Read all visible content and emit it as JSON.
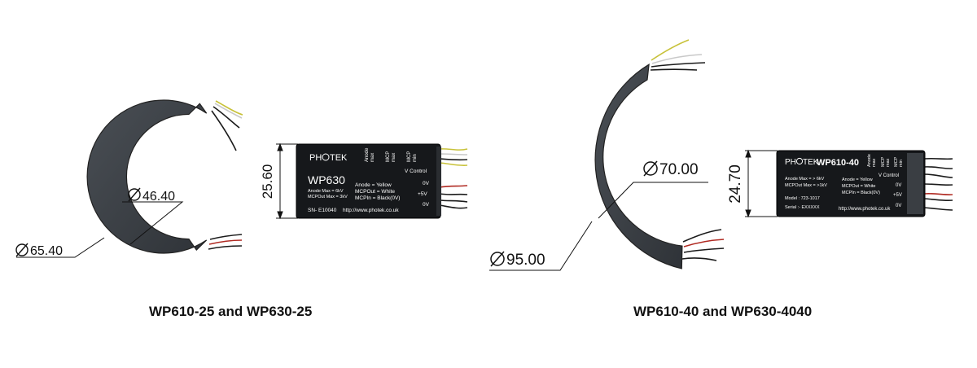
{
  "left": {
    "outer_diameter": "65.40",
    "inner_diameter": "46.40",
    "module_height": "25.60",
    "caption": "WP610-25 and WP630-25",
    "module": {
      "brand_left": "PH",
      "brand_right": "TEK",
      "model": "WP630",
      "spec_line1": "Anode Max = 6kV",
      "spec_line2": "MCPOut Max = 3kV",
      "serial": "SN- E10040",
      "col1": [
        "Anode",
        "max"
      ],
      "col2": [
        "MCP",
        "max"
      ],
      "col3": [
        "MCP",
        "min"
      ],
      "v_control": "V Control",
      "wire1": "Anode = Yellow",
      "wire2": "MCPOut = White",
      "wire3": "MCPIn = Black(0V)",
      "v1": "0V",
      "v2": "+5V",
      "v3": "0V",
      "url": "http://www.photek.co.uk"
    }
  },
  "right": {
    "outer_diameter": "95.00",
    "inner_diameter": "70.00",
    "module_height": "24.70",
    "caption": "WP610-40 and WP630-4040",
    "module": {
      "brand_left": "PH",
      "brand_right": "TEK",
      "model": "WP610-40",
      "spec_line1": "Anode Max = > 6kV",
      "spec_line2": "MCPOut Max = >1kV",
      "serial_label1": "Model : 723-1017",
      "serial_label2": "Serial :- EXXXXX",
      "col1": [
        "Anode",
        "max"
      ],
      "col2": [
        "MCP",
        "max"
      ],
      "col3": [
        "MCP",
        "min"
      ],
      "v_control": "V Control",
      "wire1": "Anode = Yellow",
      "wire2": "MCPOut = White",
      "wire3": "MCPIn = Black(0V)",
      "v1": "0V",
      "v2": "+5V",
      "v3": "0V",
      "url": "http://www.photek.co.uk"
    }
  },
  "colors": {
    "ring_fill": "#3d4146",
    "module_fill": "#16181b",
    "wire_yellow": "#c8c23a",
    "wire_red": "#b02a22",
    "wire_white": "#c9c9c9",
    "wire_black": "#1b1b1b"
  }
}
